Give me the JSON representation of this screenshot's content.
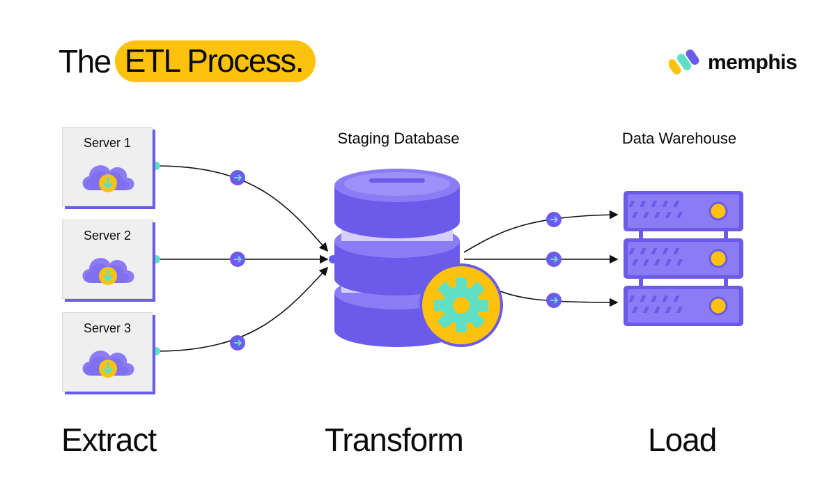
{
  "title": {
    "prefix": "The",
    "highlight": "ETL Process."
  },
  "brand": {
    "name": "memphis",
    "icon": "memphis-logo-icon"
  },
  "servers": [
    {
      "label": "Server 1",
      "icon": "cloud-download-icon"
    },
    {
      "label": "Server 2",
      "icon": "cloud-download-icon"
    },
    {
      "label": "Server 3",
      "icon": "cloud-download-icon"
    }
  ],
  "staging": {
    "label": "Staging Database",
    "icon": "database-icon",
    "badge_icon": "gear-icon"
  },
  "warehouse": {
    "label": "Data Warehouse",
    "icon": "server-rack-icon"
  },
  "steps": {
    "extract": "Extract",
    "transform": "Transform",
    "load": "Load"
  },
  "colors": {
    "accent_yellow": "#fcc20e",
    "accent_purple": "#6b5bea",
    "purple_light": "#8b7cf6",
    "teal": "#5fe0c4",
    "text": "#0a0a0a"
  }
}
